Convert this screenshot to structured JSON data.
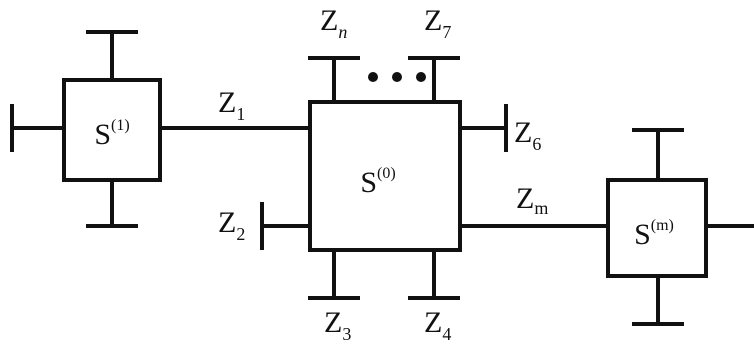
{
  "diagram": {
    "blocks": [
      {
        "id": "s1",
        "name": "S",
        "superscript": "(1)"
      },
      {
        "id": "s0",
        "name": "S",
        "superscript": "(0)"
      },
      {
        "id": "sm",
        "name": "S",
        "superscript": "(m)"
      }
    ],
    "impedances": [
      {
        "id": "z1",
        "name": "Z",
        "subscript": "1"
      },
      {
        "id": "z2",
        "name": "Z",
        "subscript": "2"
      },
      {
        "id": "z3",
        "name": "Z",
        "subscript": "3"
      },
      {
        "id": "z4",
        "name": "Z",
        "subscript": "4"
      },
      {
        "id": "z6",
        "name": "Z",
        "subscript": "6"
      },
      {
        "id": "z7",
        "name": "Z",
        "subscript": "7"
      },
      {
        "id": "zn",
        "name": "Z",
        "subscript": "n"
      },
      {
        "id": "zm",
        "name": "Z",
        "subscript": "m"
      }
    ],
    "ellipsis_dots": 3,
    "colors": {
      "line": "#111111",
      "background": "#ffffff"
    }
  }
}
